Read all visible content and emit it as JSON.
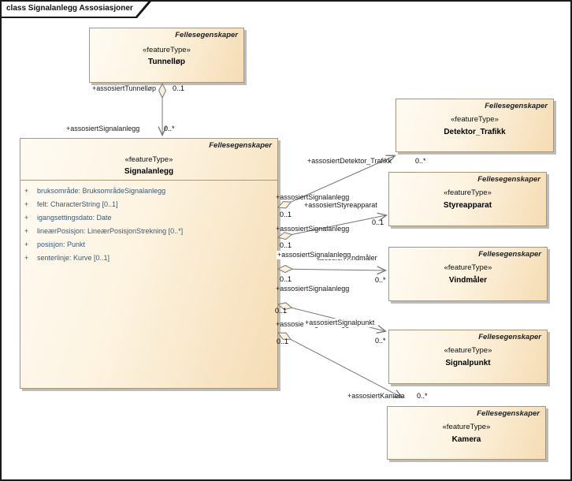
{
  "diagram": {
    "title": "class Signalanlegg Assosiasjoner"
  },
  "colors": {
    "box_fill_start": "#fefbf3",
    "box_fill_end": "#f5dcb4",
    "box_border": "#a89878",
    "connector_line": "#767676",
    "attribute_text": "#3d5a73",
    "shadow": "#bcbcbc"
  },
  "classes": [
    {
      "context": "Fellesegenskaper",
      "stereotype": "«featureType»",
      "name": "Tunnelløp"
    },
    {
      "context": "Fellesegenskaper",
      "stereotype": "«featureType»",
      "name": "Signalanlegg",
      "attributes": [
        {
          "vis": "+",
          "text": "bruksområde: BruksområdeSignalanlegg"
        },
        {
          "vis": "+",
          "text": "felt: CharacterString [0..1]"
        },
        {
          "vis": "+",
          "text": "igangsettingsdato: Date"
        },
        {
          "vis": "+",
          "text": "lineærPosisjon: LineærPosisjonStrekning [0..*]"
        },
        {
          "vis": "+",
          "text": "posisjon: Punkt"
        },
        {
          "vis": "+",
          "text": "senterlinje: Kurve [0..1]"
        }
      ]
    },
    {
      "context": "Fellesegenskaper",
      "stereotype": "«featureType»",
      "name": "Detektor_Trafikk"
    },
    {
      "context": "Fellesegenskaper",
      "stereotype": "«featureType»",
      "name": "Styreapparat"
    },
    {
      "context": "Fellesegenskaper",
      "stereotype": "«featureType»",
      "name": "Vindmåler"
    },
    {
      "context": "Fellesegenskaper",
      "stereotype": "«featureType»",
      "name": "Signalpunkt"
    },
    {
      "context": "Fellesegenskaper",
      "stereotype": "«featureType»",
      "name": "Kamera"
    }
  ],
  "associations": [
    {
      "target": "Tunnelløp",
      "roles": [
        {
          "name": "+assosiertTunnelløp",
          "mult": "0..1"
        },
        {
          "name": "+assosiertSignalanlegg",
          "mult": "0..*"
        }
      ]
    },
    {
      "target": "Detektor_Trafikk",
      "roles": [
        {
          "name": "+assosiertSignalanlegg",
          "mult": "0..1"
        },
        {
          "name": "+assosiertDetektor_Trafikk",
          "mult": "0..*"
        }
      ]
    },
    {
      "target": "Styreapparat",
      "roles": [
        {
          "name": "+assosiertSignalanlegg",
          "mult": "0..1"
        },
        {
          "name": "+assosiertStyreapparat",
          "mult": "0..1"
        }
      ]
    },
    {
      "target": "Vindmåler",
      "roles": [
        {
          "name": "+assosiertSignalanlegg",
          "mult": "0..1"
        },
        {
          "name": "+assosiertVindmåler",
          "mult": "0..*"
        }
      ]
    },
    {
      "target": "Signalpunkt",
      "roles": [
        {
          "name": "+assosiertSignalanlegg",
          "mult": "0..1"
        },
        {
          "name": "+assosiertSignalpunkt",
          "mult": "0..*"
        }
      ]
    },
    {
      "target": "Kamera",
      "roles": [
        {
          "name": "+assosiertSignalanlegg",
          "mult": "0..1"
        },
        {
          "name": "+assosiertKamera",
          "mult": "0..*"
        }
      ]
    }
  ]
}
